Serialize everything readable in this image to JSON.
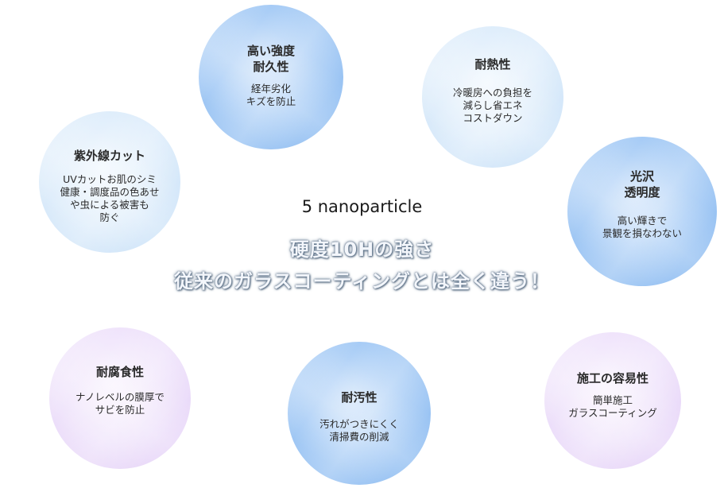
{
  "center": {
    "heading": "5 nanoparticle",
    "tagline_line1": "硬度10Hの強さ",
    "tagline_line2": "従来のガラスコーティングとは全く違う！"
  },
  "features": [
    {
      "title": [
        "高い強度",
        "耐久性"
      ],
      "desc": [
        "経年劣化",
        "キズを防止"
      ]
    },
    {
      "title": [
        "耐熱性"
      ],
      "desc": [
        "冷暖房への負担を",
        "減らし省エネ",
        "コストダウン"
      ]
    },
    {
      "title": [
        "紫外線カット"
      ],
      "desc": [
        "UVカットお肌のシミ",
        "健康・調度品の色あせ",
        "や虫による被害も",
        "防ぐ"
      ]
    },
    {
      "title": [
        "光沢",
        "透明度"
      ],
      "desc": [
        "高い輝きで",
        "景観を損なわない"
      ]
    },
    {
      "title": [
        "耐腐食性"
      ],
      "desc": [
        "ナノレベルの膜厚で",
        "サビを防止"
      ]
    },
    {
      "title": [
        "耐汚性"
      ],
      "desc": [
        "汚れがつきにくく",
        "清掃費の削減"
      ]
    },
    {
      "title": [
        "施工の容易性"
      ],
      "desc": [
        "簡単施工",
        "ガラスコーティング"
      ]
    }
  ],
  "colors": {
    "blue_strong": "#a9cdf6",
    "blue_light": "#deedfb",
    "purple": "#efe3fb"
  }
}
